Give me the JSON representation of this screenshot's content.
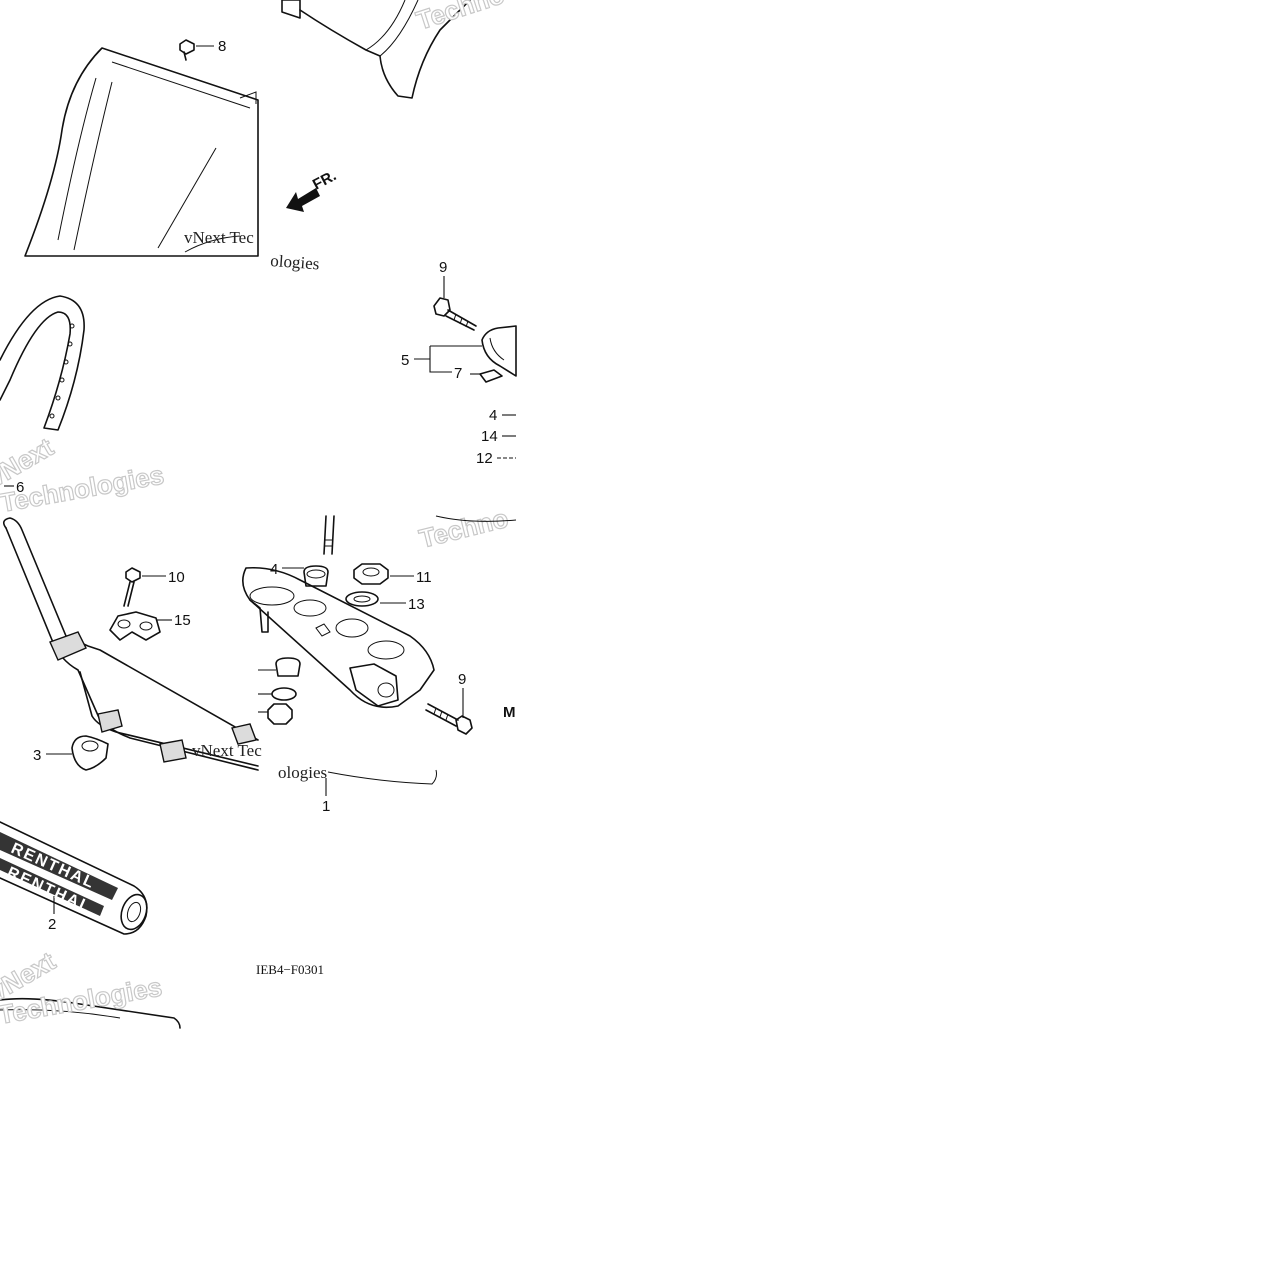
{
  "diagram": {
    "callouts": {
      "c8": "8",
      "c9_top": "9",
      "c5": "5",
      "c7": "7",
      "c4_top": "4",
      "c14": "14",
      "c12": "12",
      "c6": "6",
      "c10": "10",
      "c15": "15",
      "c4_clamp": "4",
      "c11": "11",
      "c13": "13",
      "c9_bottom": "9",
      "c3": "3",
      "c1": "1",
      "c2": "2",
      "m_partial": "M"
    },
    "direction_label": "FR.",
    "diagram_code": "IEB4−F0301",
    "grip_brand": "RENTHAL",
    "watermarks": {
      "vnext_tec": "vNext Tec",
      "ologies": "ologies",
      "technologies": "Technologies",
      "vnext": "vNext",
      "techno": "Techno"
    }
  }
}
